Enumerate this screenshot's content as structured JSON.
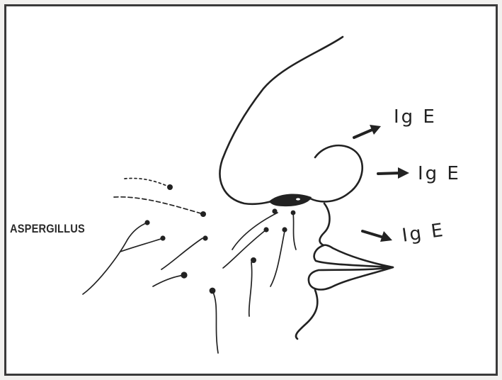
{
  "figure": {
    "organism_label": "ASPERGILLUS",
    "antibody_labels": [
      "Ig E",
      "Ig E",
      "Ig E"
    ]
  },
  "colors": {
    "ink": "#222222",
    "background": "#ffffff",
    "border": "#3a3a3a"
  }
}
